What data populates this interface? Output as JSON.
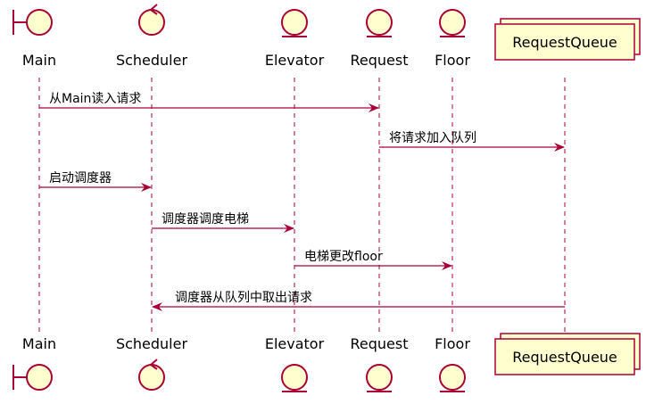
{
  "colors": {
    "line": "#A80036",
    "fill": "#FEFECE",
    "lifeline": "#A80036",
    "text": "#000000"
  },
  "participants": [
    {
      "id": "main",
      "label": "Main",
      "kind": "boundary"
    },
    {
      "id": "scheduler",
      "label": "Scheduler",
      "kind": "control"
    },
    {
      "id": "elevator",
      "label": "Elevator",
      "kind": "entity"
    },
    {
      "id": "request",
      "label": "Request",
      "kind": "entity"
    },
    {
      "id": "floor",
      "label": "Floor",
      "kind": "entity"
    },
    {
      "id": "queue",
      "label": "RequestQueue",
      "kind": "collections"
    }
  ],
  "messages": [
    {
      "from": "main",
      "to": "request",
      "label": "从Main读入请求"
    },
    {
      "from": "request",
      "to": "queue",
      "label": "将请求加入队列"
    },
    {
      "from": "main",
      "to": "scheduler",
      "label": "启动调度器"
    },
    {
      "from": "scheduler",
      "to": "elevator",
      "label": "调度器调度电梯"
    },
    {
      "from": "elevator",
      "to": "floor",
      "label": "电梯更改floor"
    },
    {
      "from": "queue",
      "to": "scheduler",
      "label": "调度器从队列中取出请求"
    }
  ]
}
